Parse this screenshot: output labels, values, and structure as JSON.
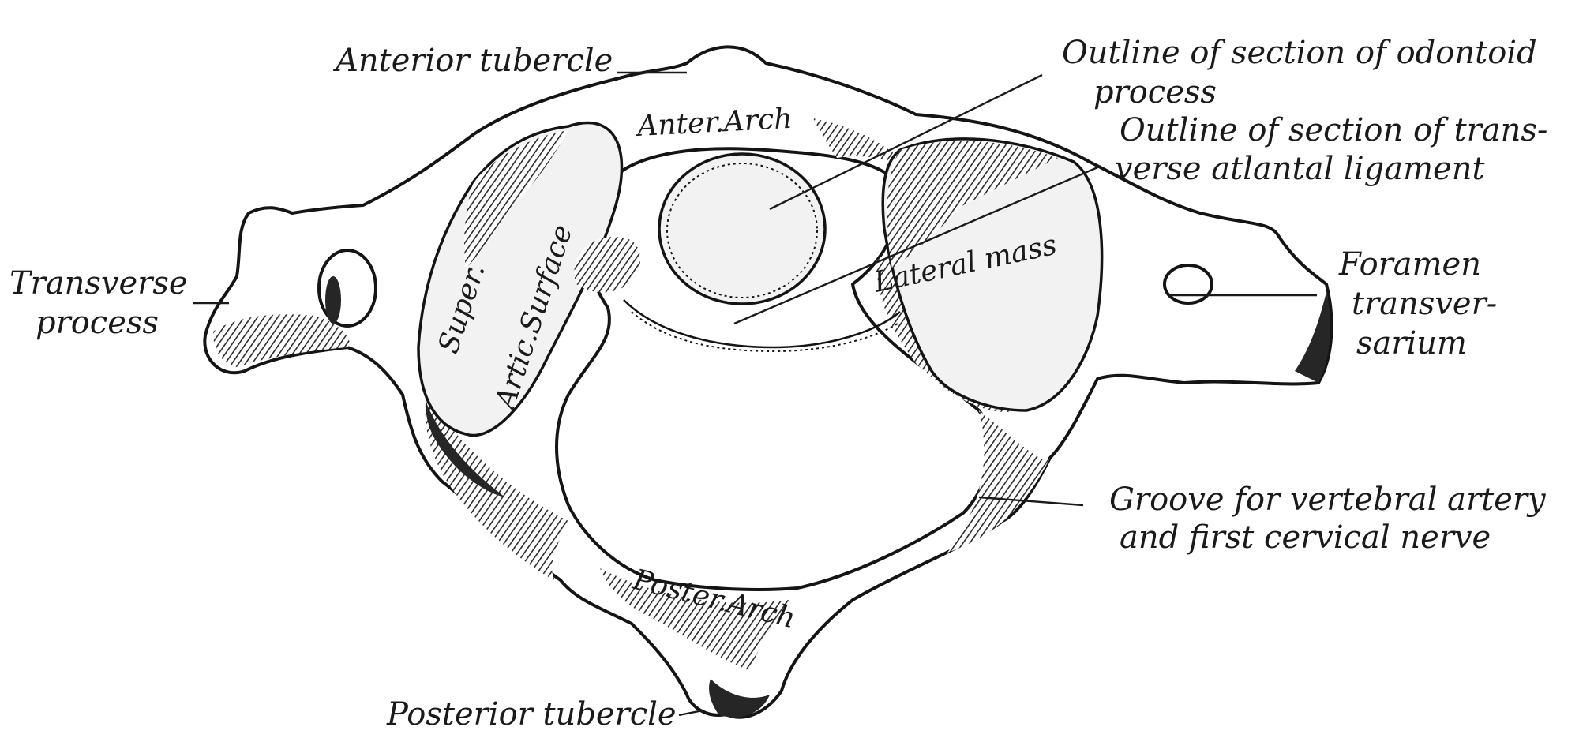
{
  "labels": {
    "anterior_tubercle": "Anterior tubercle",
    "anter_arch": "Anter.Arch",
    "odontoid_line1": "Outline of section of odontoid",
    "odontoid_line2": "process",
    "ligament_line1": "Outline of section of trans-",
    "ligament_line2": "verse atlantal ligament",
    "transverse_line1": "Transverse",
    "transverse_line2": "process",
    "foramen_line1": "Foramen",
    "foramen_line2": "transver-",
    "foramen_line3": "sarium",
    "super": "Super.",
    "artic_surface": "Artic.Surface",
    "lateral_mass": "Lateral mass",
    "groove_line1": "Groove for vertebral artery",
    "groove_line2": "and first cervical nerve",
    "poster_arch": "Poster.Arch",
    "posterior_tubercle": "Posterior tubercle"
  }
}
